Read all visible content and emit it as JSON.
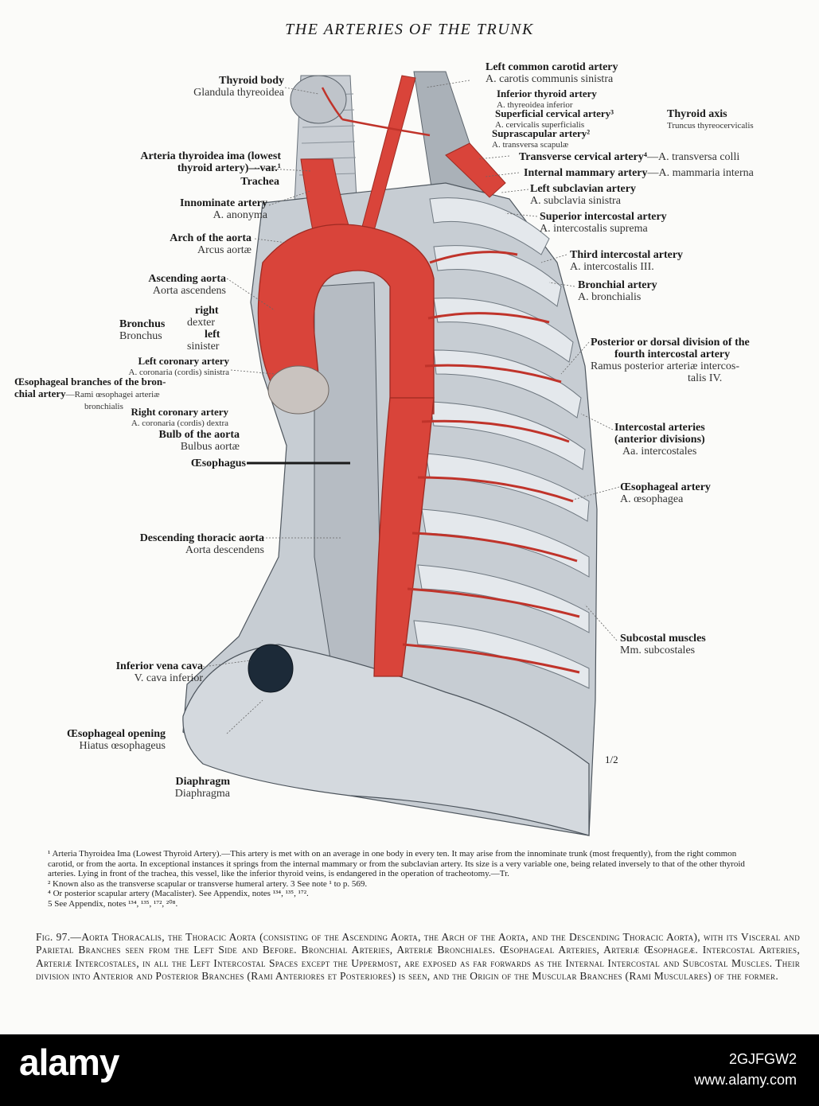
{
  "title": "THE ARTERIES OF THE TRUNK",
  "labels": {
    "thyroid_body": {
      "en": "Thyroid body",
      "la": "Glandula thyreoidea"
    },
    "ima": {
      "en1": "Arteria thyroidea ima (lowest",
      "en2": "thyroid artery)—var.¹"
    },
    "trachea": "Trachea",
    "innominate": {
      "en": "Innominate artery",
      "la": "A. anonyma"
    },
    "arch": {
      "en": "Arch of the aorta",
      "la": "Arcus aortæ"
    },
    "ascending": {
      "en": "Ascending aorta",
      "la": "Aorta ascendens"
    },
    "bronchus": {
      "en": "Bronchus",
      "la": "Bronchus",
      "right": "right",
      "dexter": "dexter",
      "left": "left",
      "sinister": "sinister"
    },
    "left_coronary": {
      "en": "Left coronary artery",
      "la": "A. coronaria (cordis) sinistra"
    },
    "oesoph_bronchial": {
      "en1": "Œsophageal branches of the bron-",
      "en2": "chial artery",
      "la1": "—Rami œsophagei arteriæ",
      "la2": "bronchialis"
    },
    "right_coronary": {
      "en": "Right coronary artery",
      "la": "A. coronaria (cordis) dextra"
    },
    "bulb": {
      "en": "Bulb of the aorta",
      "la": "Bulbus aortæ"
    },
    "oesophagus": "Œsophagus",
    "descending": {
      "en": "Descending thoracic aorta",
      "la": "Aorta descendens"
    },
    "ivc": {
      "en": "Inferior vena cava",
      "la": "V. cava inferior"
    },
    "oesoph_opening": {
      "en": "Œsophageal opening",
      "la": "Hiatus œsophageus"
    },
    "diaphragm": {
      "en": "Diaphragm",
      "la": "Diaphragma"
    },
    "left_common_carotid": {
      "en": "Left common carotid artery",
      "la": "A. carotis communis sinistra"
    },
    "inferior_thyroid": {
      "en": "Inferior thyroid artery",
      "la": "A. thyreoidea inferior"
    },
    "superficial_cervical": {
      "en": "Superficial cervical artery³",
      "la": "A. cervicalis superficialis"
    },
    "suprascapular": {
      "en": "Suprascapular artery²",
      "la": "A. transversa scapulæ"
    },
    "thyroid_axis": {
      "en": "Thyroid axis",
      "la": "Truncus thyreocervicalis"
    },
    "transverse_cervical": {
      "en": "Transverse cervical artery⁴",
      "la": "—A. transversa colli"
    },
    "internal_mammary": {
      "en": "Internal mammary artery",
      "la": "—A. mammaria interna"
    },
    "left_subclavian": {
      "en": "Left subclavian artery",
      "la": "A. subclavia sinistra"
    },
    "superior_intercostal": {
      "en": "Superior intercostal artery",
      "la": "A. intercostalis suprema"
    },
    "third_intercostal": {
      "en": "Third intercostal artery",
      "la": "A. intercostalis III."
    },
    "bronchial": {
      "en": "Bronchial artery",
      "la": "A. bronchialis"
    },
    "posterior_division": {
      "en1": "Posterior or dorsal division of the",
      "en2": "fourth intercostal artery",
      "la1": "Ramus posterior arteriæ intercos-",
      "la2": "talis IV."
    },
    "intercostals": {
      "en1": "Intercostal arteries",
      "en2": "(anterior divisions)",
      "la": "Aa. intercostales"
    },
    "oesoph_artery": {
      "en": "Œsophageal artery",
      "la": "A. œsophagea"
    },
    "subcostal": {
      "en": "Subcostal muscles",
      "la": "Mm. subcostales"
    }
  },
  "scale": "1/2",
  "footnotes": [
    "¹ Arteria Thyroidea Ima (Lowest Thyroid Artery).—This artery is met with on an average in one body in every ten. It may arise from the innominate trunk (most frequently), from the right common carotid, or from the aorta. In exceptional instances it springs from the internal mammary or from the subclavian artery. Its size is a very variable one, being related inversely to that of the other thyroid arteries. Lying in front of the trachea, this vessel, like the inferior thyroid veins, is endangered in the operation of tracheotomy.—Tr.",
    "² Known also as the transverse scapular or transverse humeral artery.          3 See note ¹ to p. 569.",
    "⁴ Or posterior scapular artery (Macalister). See Appendix, notes ¹³⁴, ¹³⁵, ¹⁷².",
    "5 See Appendix, notes ¹³⁴, ¹³⁵, ¹⁷², ²⁰⁸."
  ],
  "caption": "Fig. 97.—Aorta Thoracalis, the Thoracic Aorta (consisting of the Ascending Aorta, the Arch of the Aorta, and the Descending Thoracic Aorta), with its Visceral and Parietal Branches seen from the Left Side and Before. Bronchial Arteries, Arteriæ Bronchiales. Œsophageal Arteries, Arteriæ Œsophageæ. Intercostal Arteries, Arteriæ Intercostales, in all the Left Intercostal Spaces except the Uppermost, are exposed as far forwards as the Internal Intercostal and Subcostal Muscles. Their division into Anterior and Posterior Branches (Rami Anteriores et Posteriores) is seen, and the Origin of the Muscular Branches (Rami Musculares) of the former.",
  "watermark": {
    "logo": "alamy",
    "image_id": "2GJFGW2",
    "site": "www.alamy.com"
  },
  "colors": {
    "artery": "#d9443a",
    "artery_dark": "#a82b22",
    "rib": "#d8dde2",
    "muscle": "#8d969f",
    "footer": "#000000"
  }
}
